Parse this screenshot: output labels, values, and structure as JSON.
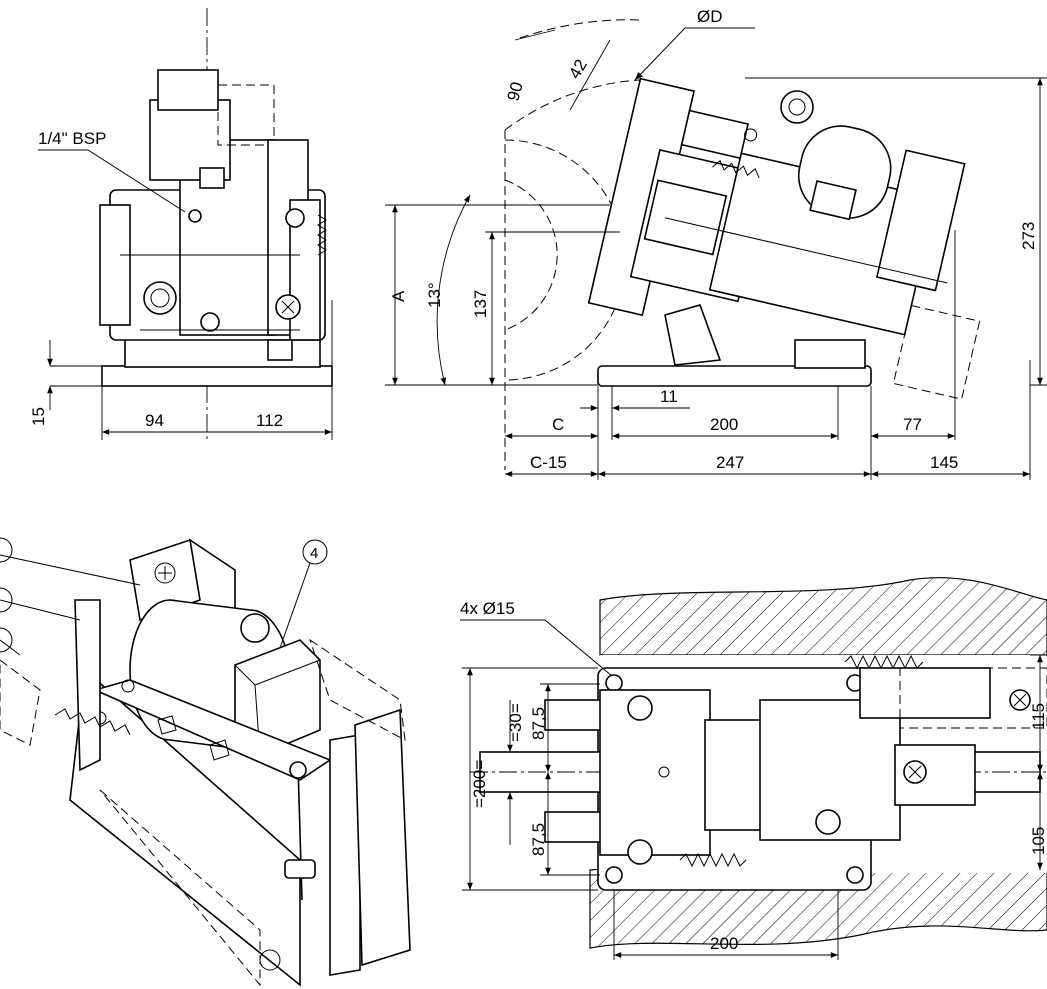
{
  "labels": {
    "port": "1/4\" BSP",
    "diameter": "ØD",
    "holes": "4x Ø15",
    "callout4": "4"
  },
  "dims_front": {
    "base_offset": "15",
    "left_width": "94",
    "right_width": "112"
  },
  "dims_side": {
    "angle_90": "90",
    "angle_42": "42",
    "A": "A",
    "angle_13": "13°",
    "h137": "137",
    "h273": "273",
    "d11": "11",
    "C": "C",
    "d200": "200",
    "d77": "77",
    "C15": "C-15",
    "d247": "247",
    "d145": "145"
  },
  "dims_plan": {
    "w200": "=200=",
    "w30": "=30=",
    "d87_top": "87,5",
    "d87_bot": "87,5",
    "d115": "115",
    "d105": "105",
    "base200": "200"
  }
}
